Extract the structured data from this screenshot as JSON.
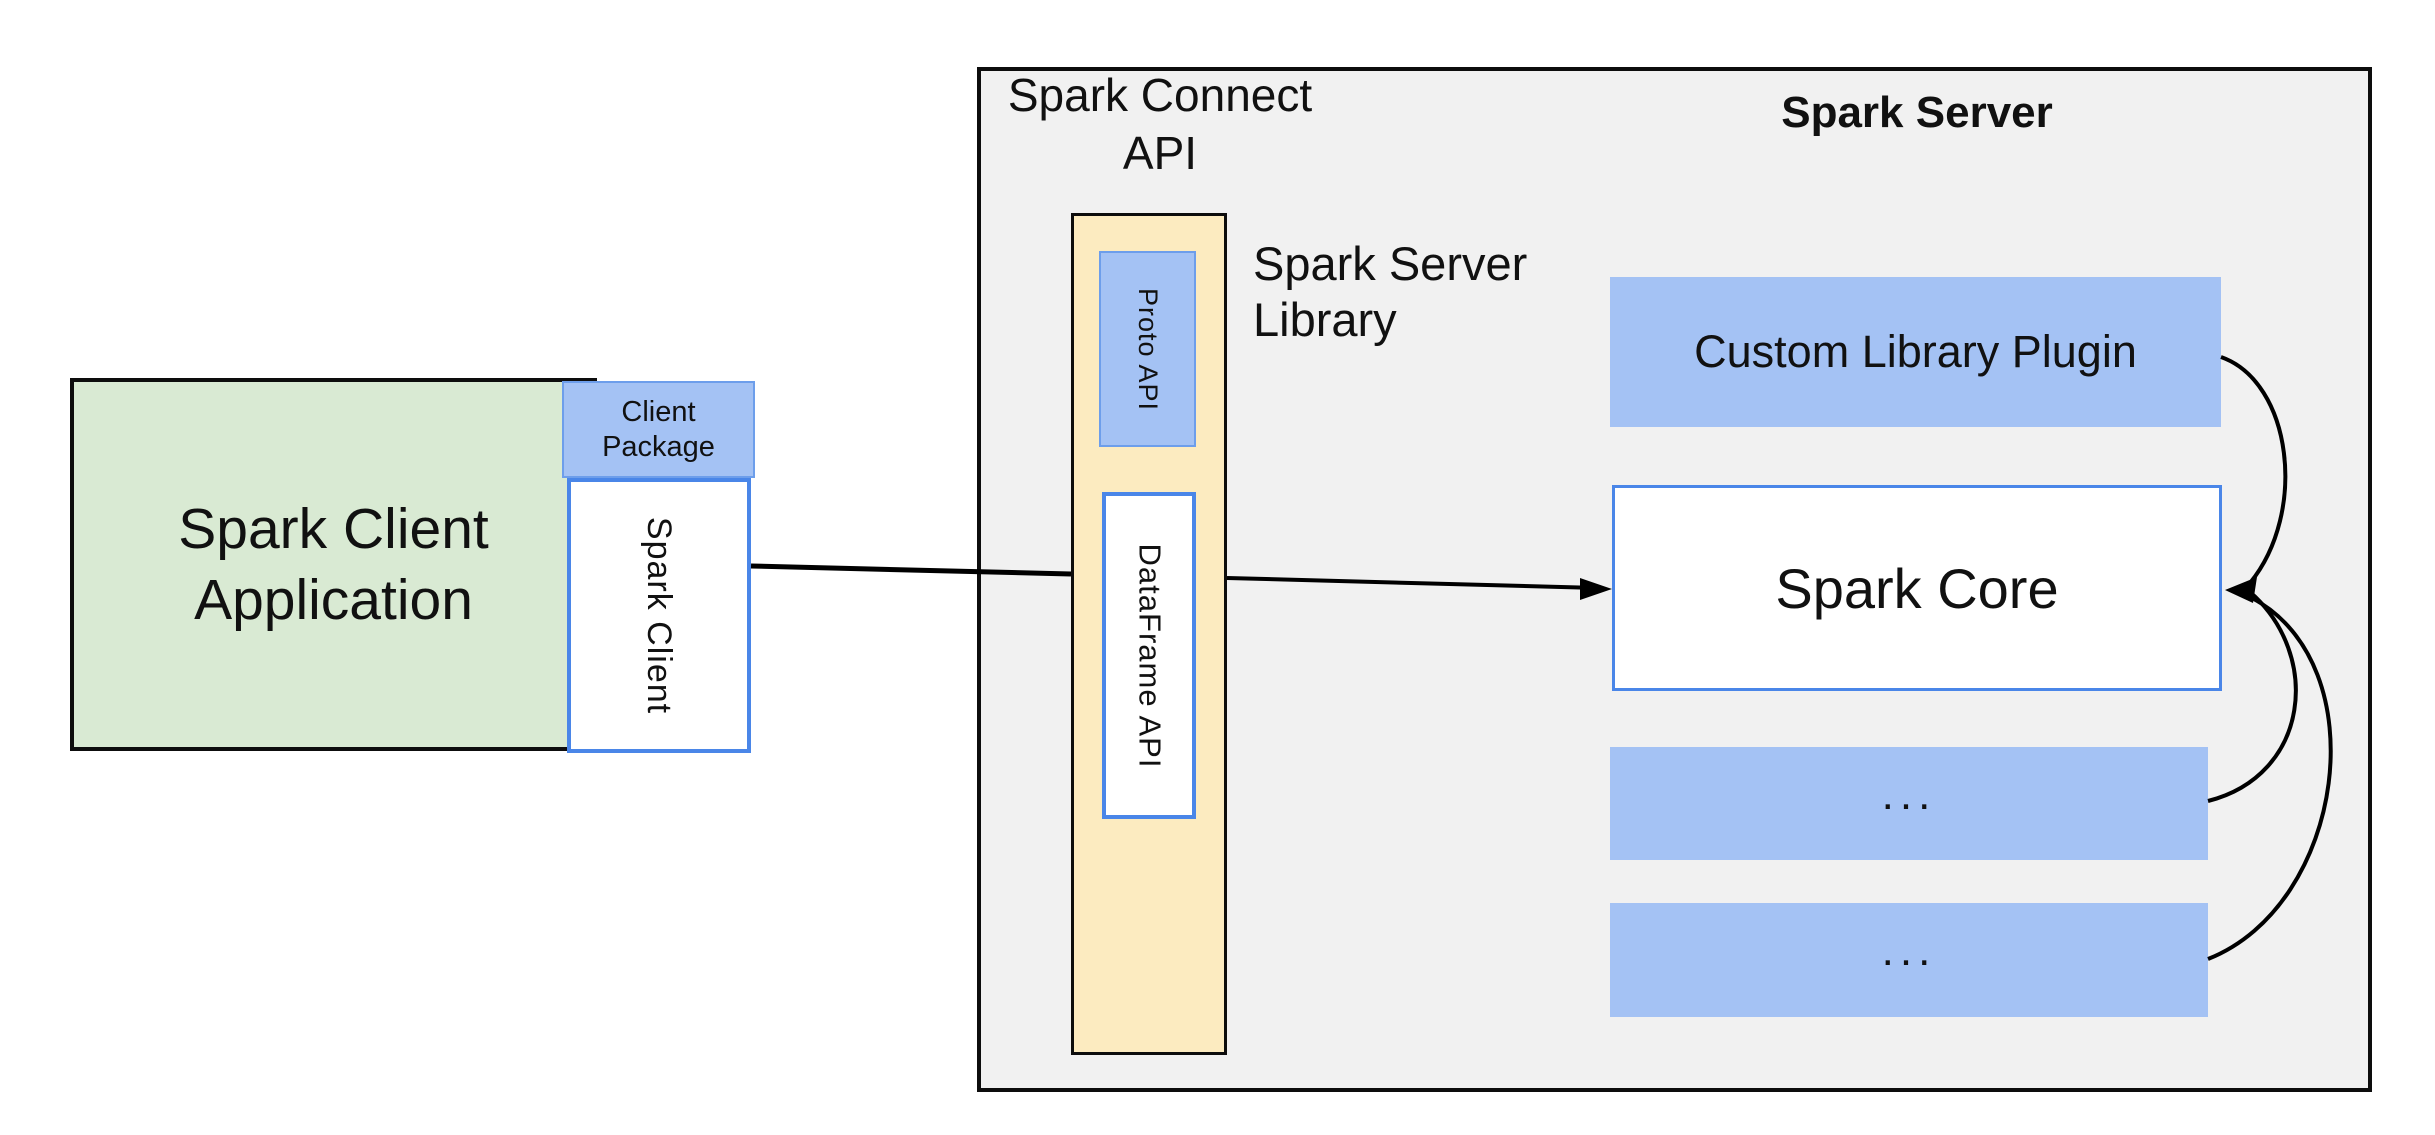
{
  "diagram": {
    "client": {
      "app_label": "Spark Client\nApplication",
      "package_label": "Client\nPackage",
      "spark_client_label": "Spark Client"
    },
    "server": {
      "connect_api_label": "Spark Connect\nAPI",
      "title": "Spark Server",
      "library_label": "Spark Server\nLibrary",
      "proto_api_label": "Proto API",
      "dataframe_api_label": "DataFrame API",
      "plugin_label": "Custom Library Plugin",
      "core_label": "Spark Core",
      "ellipsis_1": "...",
      "ellipsis_2": "..."
    },
    "colors": {
      "client_app_fill": "#d9ead3",
      "blue_fill": "#a4c2f4",
      "blue_border": "#4a86e8",
      "yellow_fill": "#fcebc0",
      "server_fill": "#f1f1f1",
      "line_color": "#000000"
    }
  }
}
